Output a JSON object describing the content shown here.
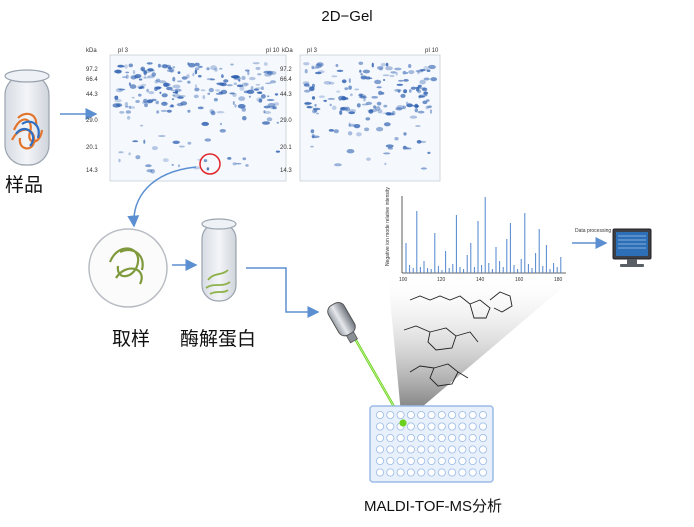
{
  "title": "2D−Gel",
  "labels": {
    "sample": "样品",
    "extract": "取样",
    "digest": "酶解蛋白",
    "maldi": "MALDI-TOF-MS分析"
  },
  "gel": {
    "kda_label": "kDa",
    "pi_left": "pI 3",
    "pi_right": "pI 10",
    "markers": [
      "97.2",
      "66.4",
      "44.3",
      "29.0",
      "20.1",
      "14.3"
    ]
  },
  "spectrum": {
    "ylabel": "Negative ion mode relative intensity",
    "x_ticks": [
      "100",
      "120",
      "140",
      "160",
      "180"
    ],
    "processing_label": "Data processing"
  },
  "colors": {
    "arrow": "#5b8fd1",
    "spot": "#2d5fb0",
    "highlight_circle": "#e0262a",
    "laser": "#6bd11e",
    "plate": "#9bbbe6"
  }
}
